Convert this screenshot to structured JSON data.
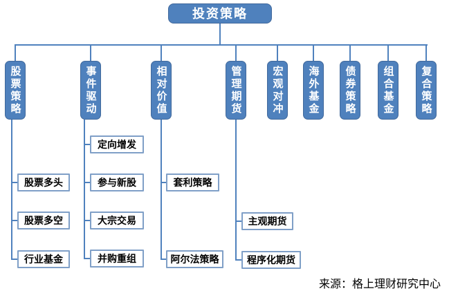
{
  "root": {
    "label": "投资策略"
  },
  "columns": [
    {
      "label": "股票策略",
      "children": [
        "股票多头",
        "股票多空",
        "行业基金"
      ]
    },
    {
      "label": "事件驱动",
      "children": [
        "定向增发",
        "参与新股",
        "大宗交易",
        "并购重组"
      ]
    },
    {
      "label": "相对价值",
      "children": [
        "套利策略",
        "阿尔法策略"
      ]
    },
    {
      "label": "管理期货",
      "children": [
        "主观期货",
        "程序化期货"
      ]
    },
    {
      "label": "宏观对冲",
      "children": []
    },
    {
      "label": "海外基金",
      "children": []
    },
    {
      "label": "债券策略",
      "children": []
    },
    {
      "label": "组合基金",
      "children": []
    },
    {
      "label": "复合策略",
      "children": []
    }
  ],
  "source": {
    "label": "来源：格上理财研究中心"
  },
  "colors": {
    "node_fill": "#4f81bd",
    "node_border": "#40689b",
    "leaf_border": "#7f9fc7",
    "connector": "#4f81bd",
    "text_on_node": "#ffffff",
    "leaf_text": "#000000"
  }
}
